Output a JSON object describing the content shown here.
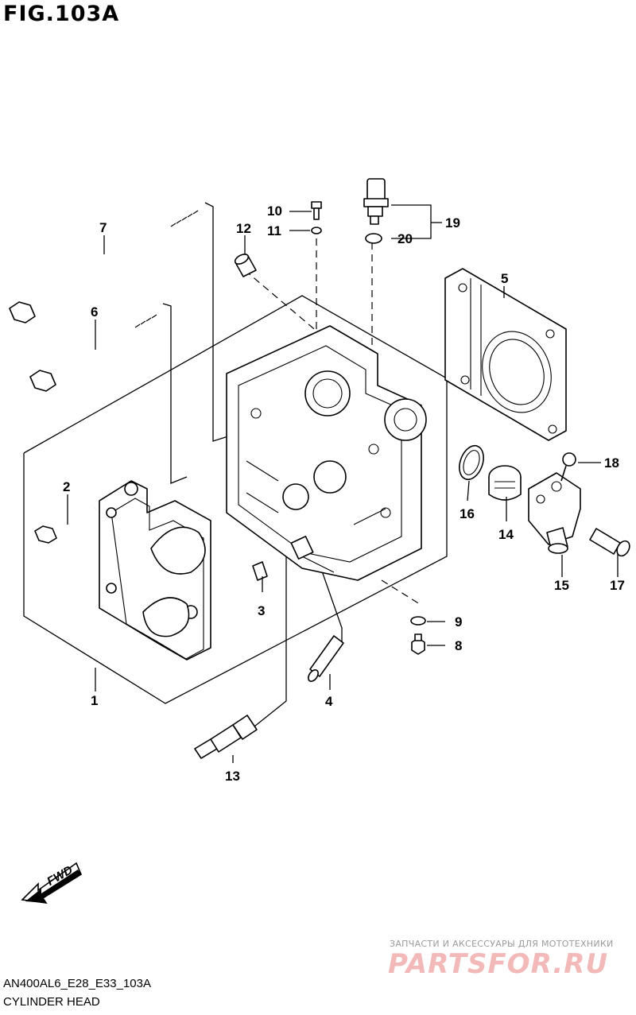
{
  "figure": {
    "title": "FIG.103A",
    "footer_code": "AN400AL6_E28_E33_103A",
    "footer_name": "CYLINDER HEAD",
    "fwd_label": "FWD"
  },
  "watermark": {
    "caption": "ЗАПЧАСТИ И АКСЕССУАРЫ ДЛЯ МОТОТЕХНИКИ",
    "logo": "PARTSFOR.RU"
  },
  "callouts": [
    "1",
    "2",
    "3",
    "4",
    "5",
    "6",
    "7",
    "8",
    "9",
    "10",
    "11",
    "12",
    "13",
    "14",
    "15",
    "16",
    "17",
    "18",
    "19",
    "20"
  ]
}
